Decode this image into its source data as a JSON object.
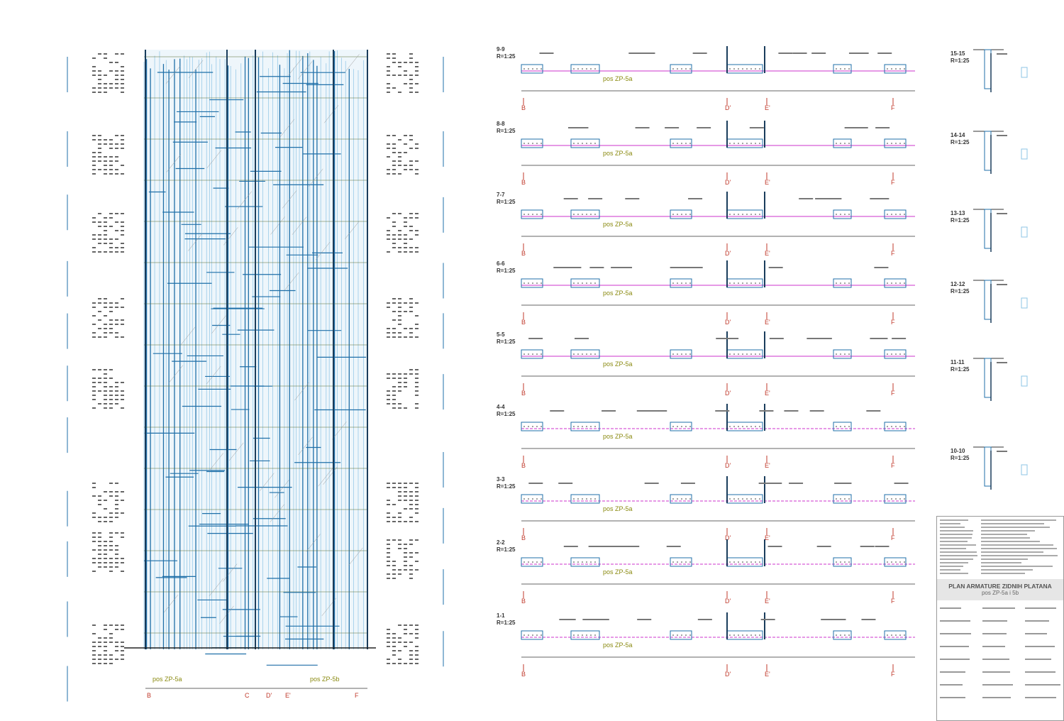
{
  "plan": {
    "pos_left": "pos ZP-5a",
    "pos_right": "pos ZP-5b",
    "axes": [
      "B",
      "C",
      "D'",
      "E'",
      "F"
    ]
  },
  "sections": [
    {
      "name": "9-9",
      "scale": "R=1:25"
    },
    {
      "name": "8-8",
      "scale": "R=1:25"
    },
    {
      "name": "7-7",
      "scale": "R=1:25"
    },
    {
      "name": "6-6",
      "scale": "R=1:25"
    },
    {
      "name": "5-5",
      "scale": "R=1:25"
    },
    {
      "name": "4-4",
      "scale": "R=1:25"
    },
    {
      "name": "3-3",
      "scale": "R=1:25"
    },
    {
      "name": "2-2",
      "scale": "R=1:25"
    },
    {
      "name": "1-1",
      "scale": "R=1:25"
    }
  ],
  "section_axes": [
    "B",
    "D'",
    "E'",
    "F"
  ],
  "section_pos_label": "pos ZP-5a",
  "details": [
    {
      "name": "15-15",
      "scale": "R=1:25"
    },
    {
      "name": "14-14",
      "scale": "R=1:25"
    },
    {
      "name": "13-13",
      "scale": "R=1:25"
    },
    {
      "name": "12-12",
      "scale": "R=1:25"
    },
    {
      "name": "11-11",
      "scale": "R=1:25"
    },
    {
      "name": "10-10",
      "scale": "R=1:25"
    }
  ],
  "title_block": {
    "title": "PLAN ARMATURE ZIDNIH PLATANA",
    "subtitle": "pos ZP-5a i 5b"
  },
  "colors": {
    "rebar": "#1f6fa8",
    "rebar_light": "#8cc4e6",
    "distribution": "#cc33cc",
    "axis": "#c0392b",
    "pos": "#8a8a10"
  }
}
